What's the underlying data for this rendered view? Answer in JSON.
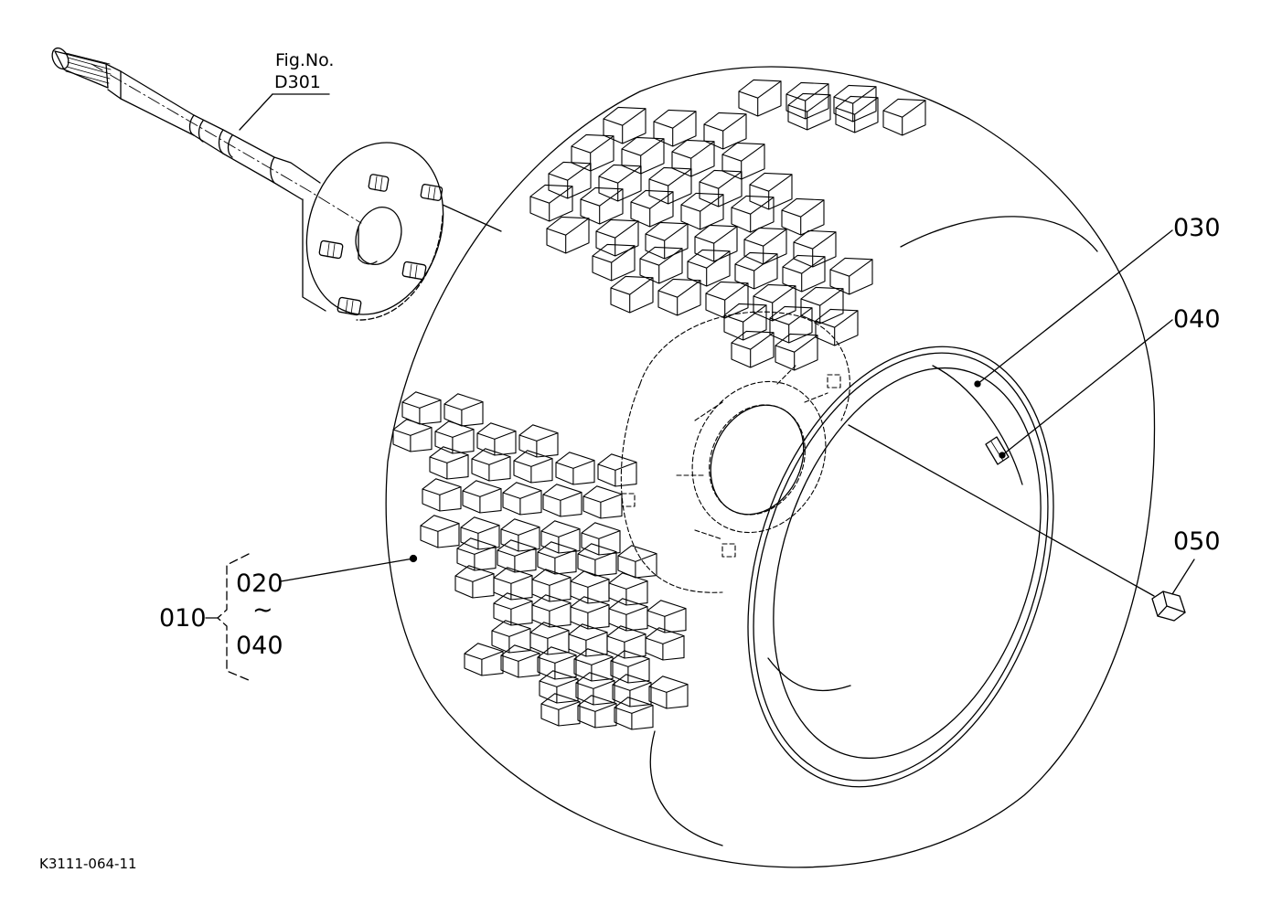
{
  "figure": {
    "fig_no_label": "Fig.No.",
    "fig_no_value": "D301",
    "drawing_code": "K3111-064-11"
  },
  "callouts": {
    "c010": "010",
    "c020": "020",
    "c_tilde": "~",
    "c040_range": "040",
    "c030": "030",
    "c040": "040",
    "c050": "050"
  },
  "colors": {
    "line": "#000000",
    "background": "#ffffff"
  },
  "icons": [
    "axle-shaft",
    "wheel-hub-flange",
    "hub-stud",
    "tire",
    "wheel-rim",
    "valve-stem",
    "wheel-nut"
  ]
}
